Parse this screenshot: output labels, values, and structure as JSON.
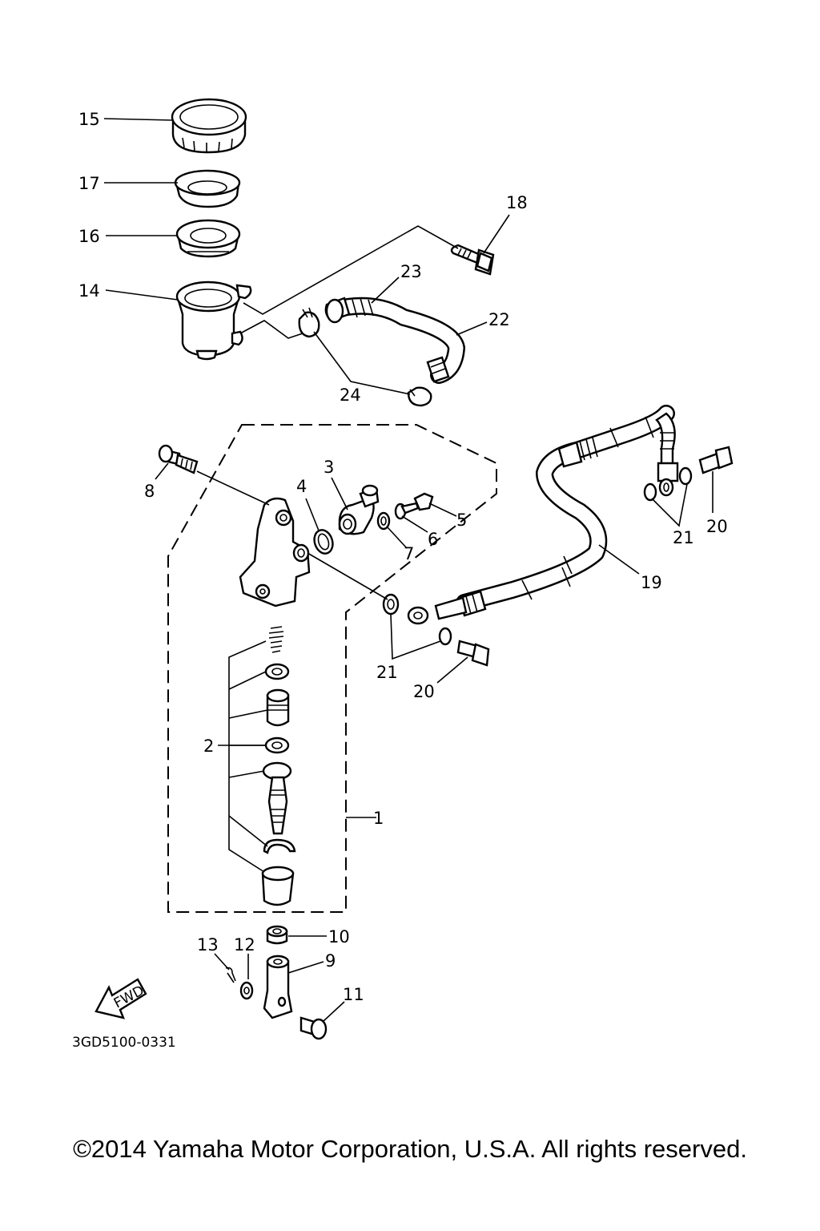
{
  "callouts": {
    "n1": "1",
    "n2": "2",
    "n3": "3",
    "n4": "4",
    "n5": "5",
    "n6": "6",
    "n7": "7",
    "n8": "8",
    "n9": "9",
    "n10": "10",
    "n11": "11",
    "n12": "12",
    "n13": "13",
    "n14": "14",
    "n15": "15",
    "n16": "16",
    "n17": "17",
    "n18": "18",
    "n19": "19",
    "n20a": "20",
    "n20b": "20",
    "n21a": "21",
    "n21b": "21",
    "n22": "22",
    "n23": "23",
    "n24": "24"
  },
  "fwd_label": "FWD",
  "diagram_code": "3GD5100-0331",
  "copyright": "©2014 Yamaha Motor Corporation, U.S.A. All rights reserved."
}
